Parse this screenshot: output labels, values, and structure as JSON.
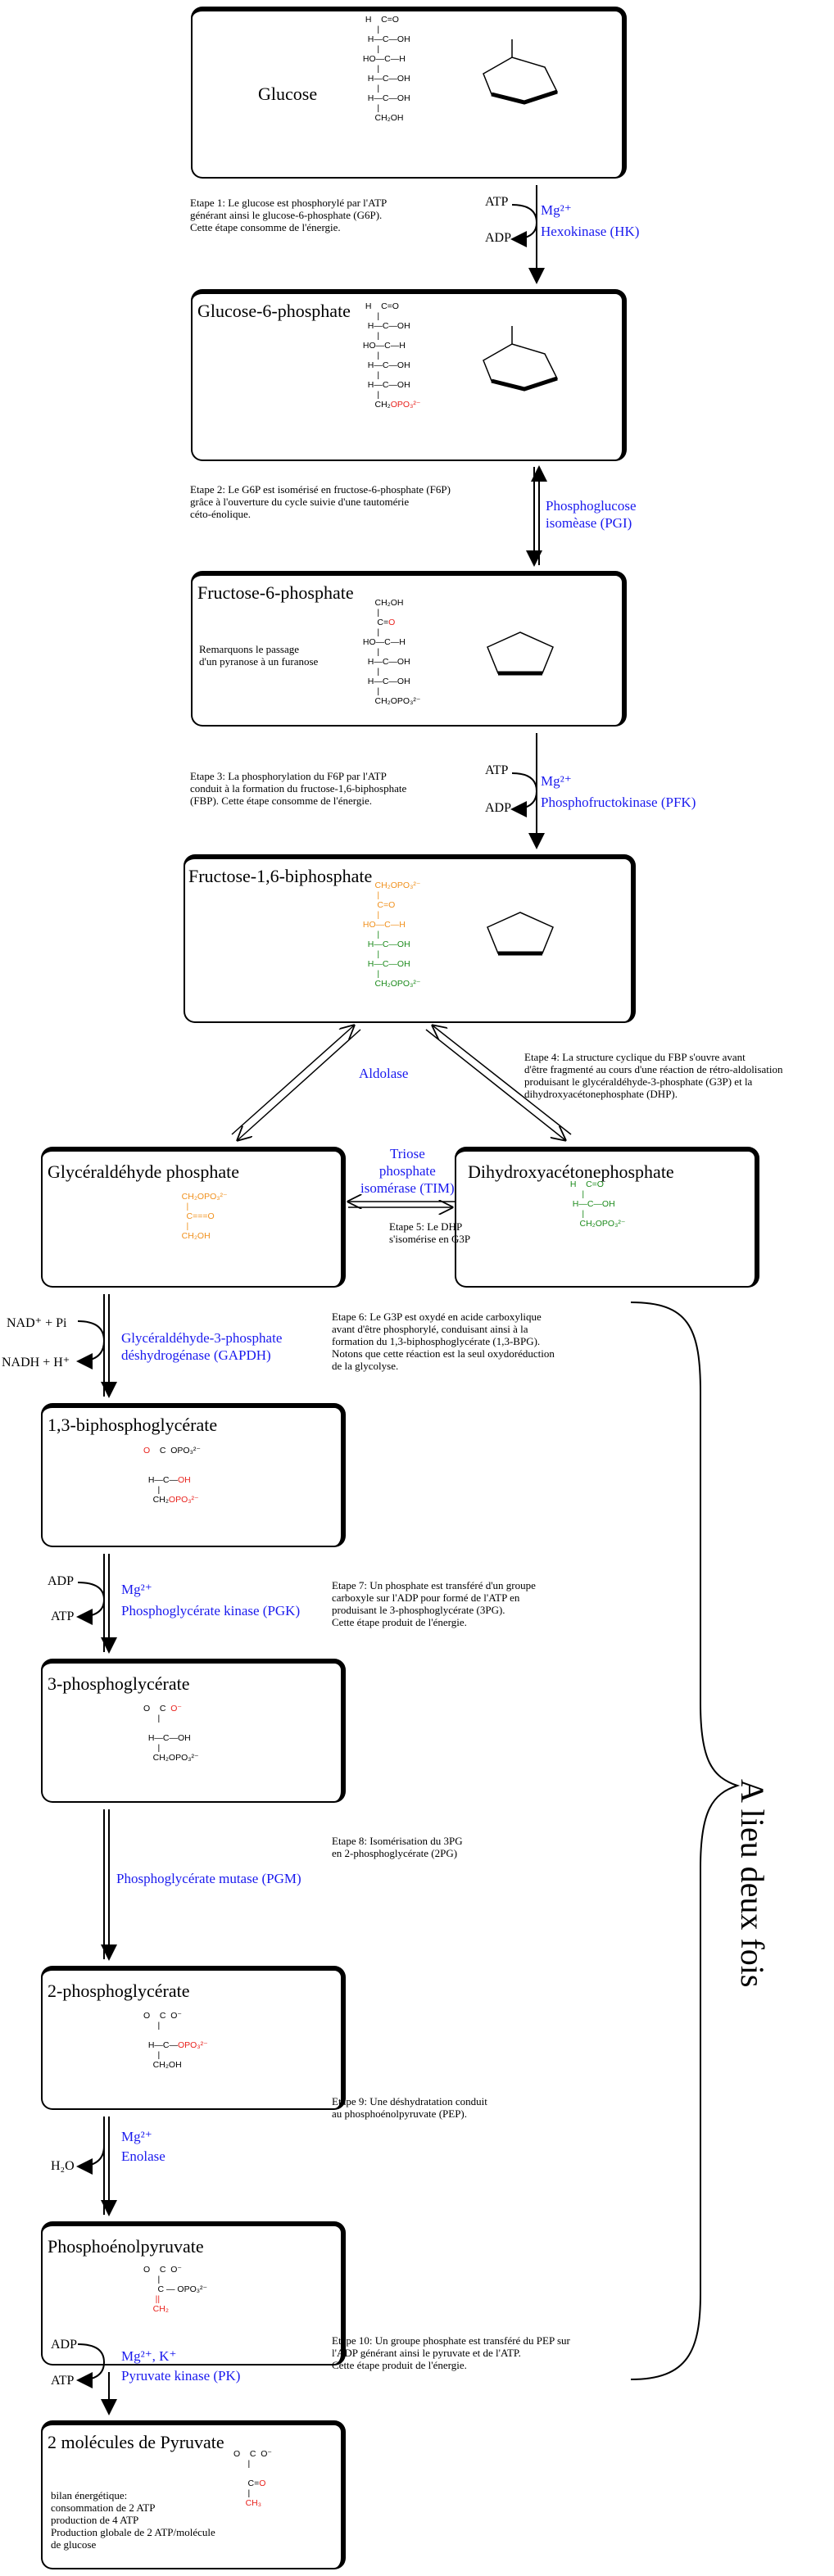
{
  "boxes": {
    "glucose": "Glucose",
    "g6p": "Glucose-6-phosphate",
    "f6p": "Fructose-6-phosphate",
    "f16bp": "Fructose-1,6-biphosphate",
    "g3p": "Glycéraldéhyde phosphate",
    "dhap": "Dihydroxyacétonephosphate",
    "bpg13": "1,3-biphosphoglycérate",
    "pg3": "3-phosphoglycérate",
    "pg2": "2-phosphoglycérate",
    "pep": "Phosphoénolpyruvate",
    "pyr": "2 molécules de Pyruvate"
  },
  "notes": {
    "e1": "Etape 1: Le glucose est phosphorylé par l'ATP\ngénérant ainsi le glucose-6-phosphate (G6P).\nCette étape consomme de l'énergie.",
    "e2": "Etape 2: Le G6P est isomérisé en fructose-6-phosphate (F6P)\ngrâce à l'ouverture du cycle suivie d'une tautomérie\ncéto-énolique.",
    "f6p_remark": "Remarquons le passage\nd'un pyranose à un furanose",
    "e3": "Etape 3: La phosphorylation du F6P par l'ATP\nconduit à la formation du fructose-1,6-biphosphate\n(FBP). Cette étape consomme de l'énergie.",
    "e4": "Etape 4: La structure cyclique du FBP s'ouvre avant\nd'être fragmenté au cours d'une réaction de rétro-aldolisation\nproduisant le glycéraldéhyde-3-phosphate (G3P) et la\ndihydroxyacétonephosphate (DHP).",
    "e5": "Etape 5: Le DHP\ns'isomérise en G3P",
    "e6": "Etape 6: Le G3P est oxydé en acide carboxylique\navant d'être phosphorylé, conduisant ainsi à la\nformation du 1,3-biphosphoglycérate (1,3-BPG).\nNotons que cette réaction est la seul oxydoréduction\nde la glycolyse.",
    "e7": "Etape 7: Un phosphate est transféré d'un groupe\ncarboxyle sur l'ADP pour formé de l'ATP en\nproduisant le 3-phosphoglycérate (3PG).\nCette étape produit de l'énergie.",
    "e8": "Etape 8: Isomérisation du 3PG\nen 2-phosphoglycérate (2PG)",
    "e9": "Etape 9: Une déshydratation conduit\nau phosphoénolpyruvate (PEP).",
    "e10": "Etape 10: Un groupe phosphate est transféré du PEP sur\nl'ADP générant ainsi le pyruvate et de l'ATP.\nCette étape produit de l'énergie.",
    "bilan": "bilan énergétique:\nconsommation de 2 ATP\nproduction de 4 ATP\nProduction globale de 2 ATP/molécule\nde glucose"
  },
  "enzymes": {
    "hk_mg": "Mg²⁺",
    "hk": "Hexokinase (HK)",
    "pgi": "Phosphoglucose\nisomèase (PGI)",
    "pfk_mg": "Mg²⁺",
    "pfk": "Phosphofructokinase (PFK)",
    "aldolase": "Aldolase",
    "tim": "Triose\nphosphate\nisomérase (TIM)",
    "gapdh": "Glycéraldéhyde-3-phosphate\ndéshydrogénase (GAPDH)",
    "pgk_mg": "Mg²⁺",
    "pgk": "Phosphoglycérate kinase (PGK)",
    "pgm": "Phosphoglycérate mutase (PGM)",
    "eno_mg": "Mg²⁺",
    "eno": "Enolase",
    "pk_mg": "Mg²⁺, K⁺",
    "pk": "Pyruvate kinase (PK)"
  },
  "cofactors": {
    "atp1": "ATP",
    "adp1": "ADP",
    "atp3": "ATP",
    "adp3": "ADP",
    "nad": "NAD⁺ + Pi",
    "nadh": "NADH + H⁺",
    "adp7": "ADP",
    "atp7": "ATP",
    "h2o": "H₂O",
    "adp10": "ADP",
    "atp10": "ATP"
  },
  "brace_label": "A lieu deux fois",
  "colors": {
    "enzyme": "#1a1aee",
    "highlight_red": "#e8201b",
    "orange": "#f0901c",
    "green": "#1b8a1b"
  }
}
